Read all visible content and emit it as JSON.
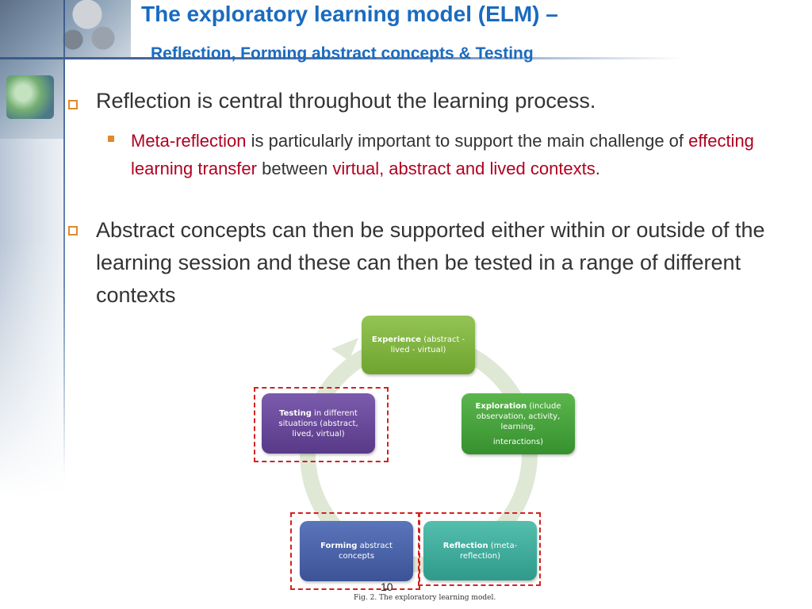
{
  "title_line1": "The exploratory learning model (ELM) –",
  "title_line2": "Reflection, Forming abstract concepts & Testing",
  "bullet1": "Reflection is central throughout the learning process.",
  "sub": {
    "part1": "Meta-reflection",
    "part2": " is particularly important to support the main challenge of ",
    "part3": "effecting learning transfer",
    "part4": " between ",
    "part5": "virtual, abstract and lived contexts",
    "part6": "."
  },
  "bullet2": "Abstract concepts can then be supported either within or outside of the learning session and these can then be tested in a range of different contexts",
  "diagram": {
    "experience": {
      "bold": "Experience",
      "rest": " (abstract - lived - virtual)"
    },
    "exploration": {
      "bold": "Exploration",
      "rest": " (include observation, activity, learning,",
      "rest2": "interactions)"
    },
    "reflection": {
      "bold": "Reflection",
      "rest": " (meta-reflection)"
    },
    "forming": {
      "bold": "Forming",
      "rest": " abstract concepts"
    },
    "testing": {
      "bold": "Testing",
      "rest": " in different situations (abstract, lived, virtual)"
    }
  },
  "slide_number": "10",
  "caption": "Fig. 2.  The exploratory learning model.",
  "colors": {
    "title": "#1a6bbf",
    "highlight": "#b00020",
    "bullet": "#e08a2a",
    "experience": "#7fb13a",
    "exploration": "#3f9e3a",
    "reflection": "#3aa99a",
    "forming": "#4a63a8",
    "testing": "#6b4a9a",
    "dash": "#d62020"
  }
}
